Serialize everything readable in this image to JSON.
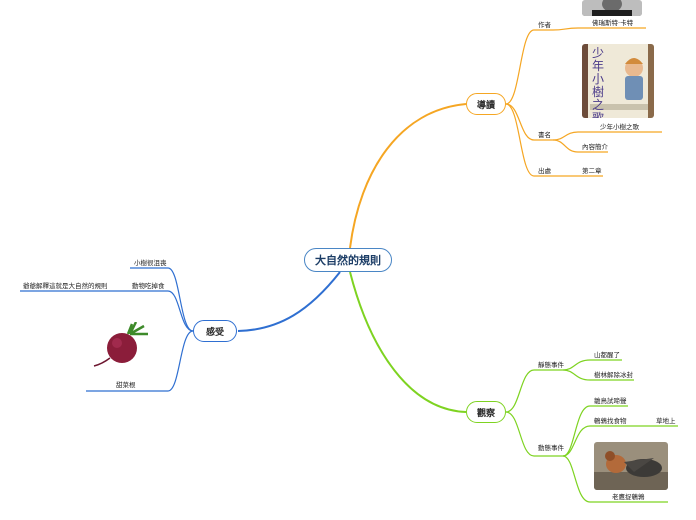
{
  "root": "大自然的規則",
  "branches": {
    "guide": {
      "label": "導讀",
      "author_label": "作者",
      "author_name": "佛瑞斯特·卡特",
      "book_label": "書名",
      "book_title": "少年小樹之歌",
      "book_cover_text": "少年小樹之歌",
      "summary": "內容簡介",
      "source_label": "出處",
      "chapter": "第二章"
    },
    "observe": {
      "label": "觀察",
      "static_events": "靜態事件",
      "static_items": [
        "山都醒了",
        "樹林解除冰封"
      ],
      "dynamic_events": "動態事件",
      "dynamic_items": [
        "雛鳥試啼聲",
        "鵪鶉找食物",
        "草地上",
        "老鷹捉鵪鶉"
      ]
    },
    "feel": {
      "label": "感受",
      "items": [
        "小樹很沮喪",
        "動物吃掉食",
        "爺爺解釋這就是大自然的規則",
        "甜菜根"
      ]
    }
  },
  "colors": {
    "guide": "#f5a623",
    "observe": "#7ed321",
    "feel": "#2f6fd1"
  }
}
